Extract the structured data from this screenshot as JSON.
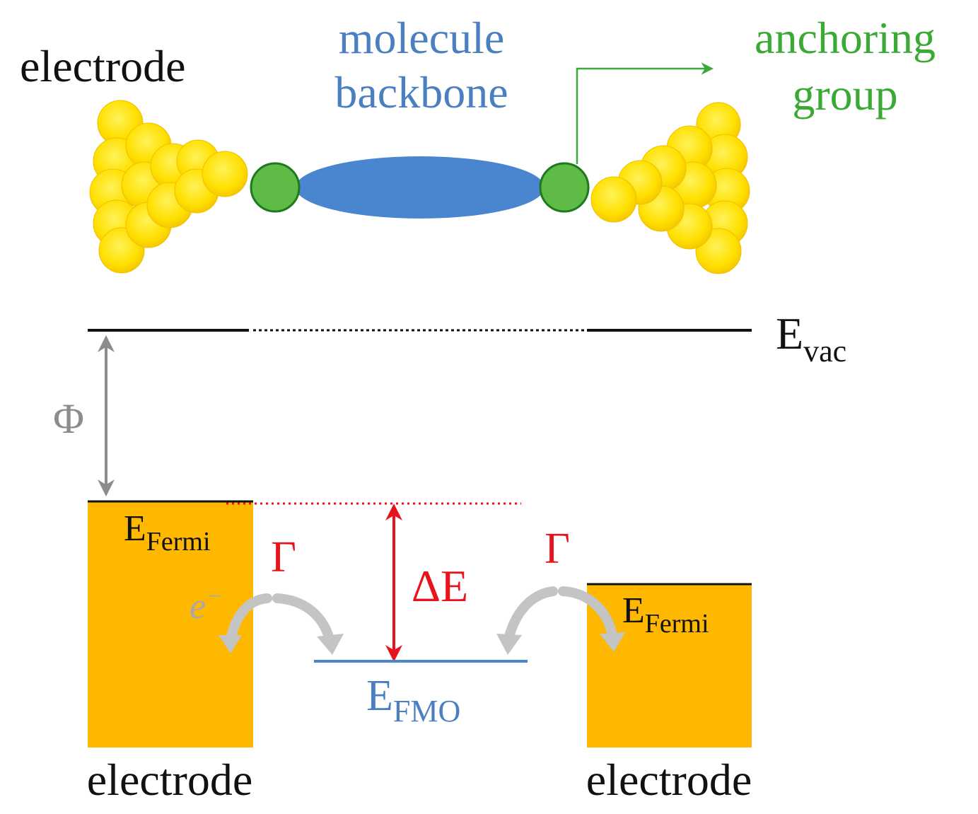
{
  "colors": {
    "electrode_gold": "#FFB800",
    "atom_yellow": "#FFE400",
    "atom_edge": "#F2C200",
    "anchor_green": "#5DBB46",
    "anchor_edge": "#1F7A1F",
    "backbone_blue": "#4A86CF",
    "label_blue": "#4A7FC1",
    "label_green": "#3AAA35",
    "delta_red": "#E8141C",
    "gray": "#8C8C8C",
    "black": "#111111"
  },
  "top": {
    "electrode_left_label": "electrode",
    "backbone_label_line1": "molecule",
    "backbone_label_line2": "backbone",
    "anchoring_label_line1": "anchoring",
    "anchoring_label_line2": "group"
  },
  "levels": {
    "evac_main": "E",
    "evac_sub": "vac",
    "phi": "Φ",
    "fermi_main": "E",
    "fermi_sub": "Fermi",
    "fmo_main": "E",
    "fmo_sub": "FMO",
    "delta_e": "ΔE",
    "gamma": "Γ",
    "electron_main": "e",
    "electron_sup": "−"
  },
  "bottom": {
    "electrode_left_label": "electrode",
    "electrode_right_label": "electrode"
  }
}
